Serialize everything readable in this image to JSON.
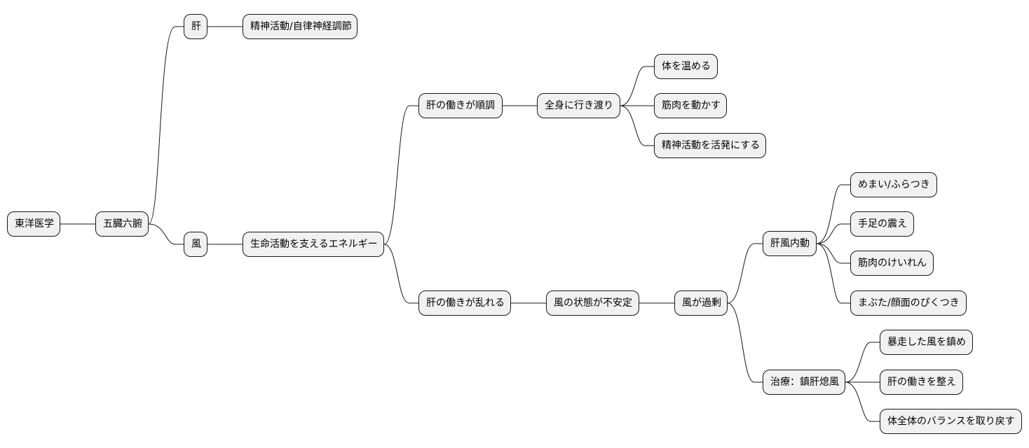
{
  "mindmap": {
    "root": "東洋医学",
    "organs": "五臓六腑",
    "liver": "肝",
    "liver_function": "精神活動/自律神経調節",
    "wind": "風",
    "life_energy": "生命活動を支えるエネルギー",
    "liver_smooth": "肝の働きが順調",
    "spread_body": "全身に行き渡り",
    "warm_body": "体を温める",
    "move_muscles": "筋肉を動かす",
    "activate_mind": "精神活動を活発にする",
    "liver_disturbed": "肝の働きが乱れる",
    "wind_unstable": "風の状態が不安定",
    "wind_excess": "風が過剰",
    "liver_wind": "肝風内動",
    "dizziness": "めまい/ふらつき",
    "tremor": "手足の震え",
    "cramps": "筋肉のけいれん",
    "twitch": "まぶた/顔面のぴくつき",
    "treatment": "治療：鎮肝熄風",
    "calm_wind": "暴走した風を鎮め",
    "regulate_liver": "肝の働きを整え",
    "restore_balance": "体全体のバランスを取り戻す"
  }
}
